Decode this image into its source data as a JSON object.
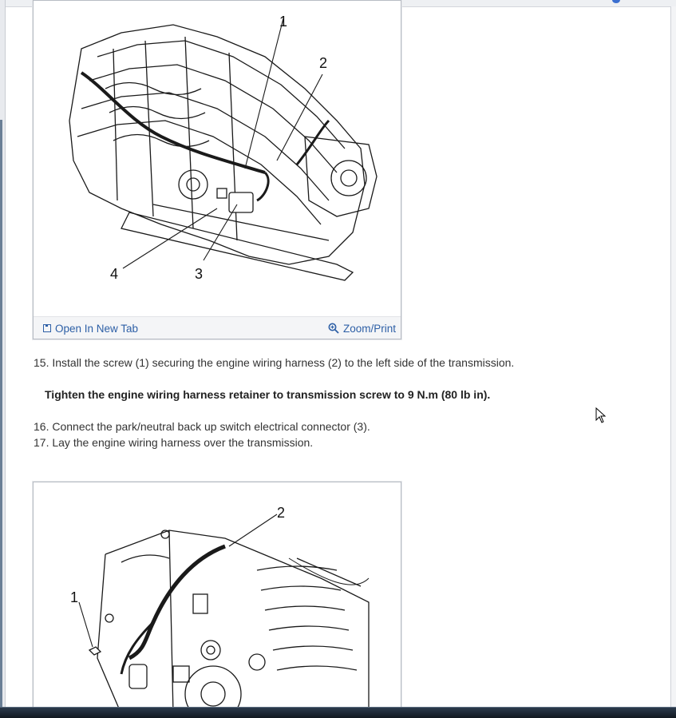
{
  "figure1": {
    "callouts": [
      "1",
      "2",
      "3",
      "4"
    ],
    "toolbar": {
      "open_label": "Open In New Tab",
      "zoom_label": "Zoom/Print"
    }
  },
  "steps": {
    "step15": "15. Install the screw (1) securing the engine wiring harness (2) to the left side of the transmission.",
    "spec": "Tighten the engine wiring harness retainer to transmission screw to 9 N.m (80 lb in).",
    "step16": "16. Connect the park/neutral back up switch electrical connector (3).",
    "step17": "17. Lay the engine wiring harness over the transmission."
  },
  "figure2": {
    "callouts": [
      "1",
      "2"
    ]
  },
  "colors": {
    "link": "#2d5fa6",
    "body_text": "#333333",
    "card_border": "#b7bcc4",
    "toolbar_bg": "#f4f5f7"
  },
  "icons": [
    "new-tab-icon",
    "zoom-icon",
    "mouse-cursor-icon"
  ]
}
